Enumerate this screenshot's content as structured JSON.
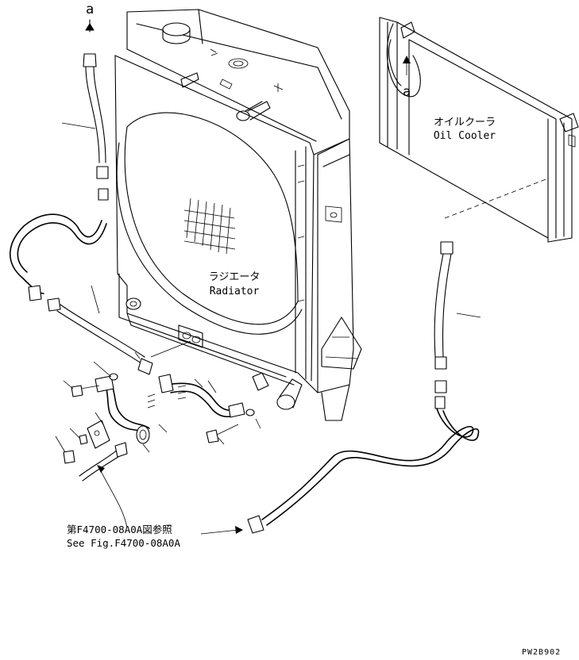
{
  "labels": {
    "ref_a_top": "a",
    "ref_a_cooler": "a",
    "radiator_jp": "ラジエータ",
    "radiator_en": "Radiator",
    "oil_cooler_jp": "オイルクーラ",
    "oil_cooler_en": "Oil Cooler",
    "see_fig_jp": "第F4700-08A0A図参照",
    "see_fig_en": "See Fig.F4700-08A0A",
    "drawing_code": "PW2B902"
  }
}
